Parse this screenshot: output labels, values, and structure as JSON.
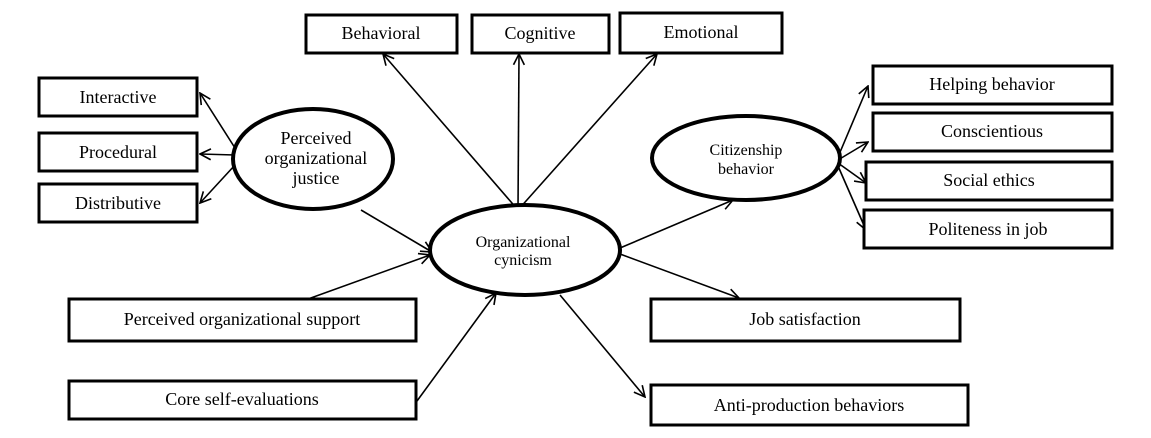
{
  "diagram": {
    "center": {
      "line1": "Organizational",
      "line2": "cynicism"
    },
    "justice": {
      "line1": "Perceived",
      "line2": "organizational",
      "line3": "justice"
    },
    "citizenship": {
      "line1": "Citizenship",
      "line2": "behavior"
    },
    "dimensions": [
      "Behavioral",
      "Cognitive",
      "Emotional"
    ],
    "justice_types": [
      "Interactive",
      "Procedural",
      "Distributive"
    ],
    "citizenship_types": [
      "Helping behavior",
      "Conscientious",
      "Social ethics",
      "Politeness in job"
    ],
    "antecedents": [
      "Perceived organizational support",
      "Core self-evaluations"
    ],
    "outcomes": [
      "Job satisfaction",
      "Anti-production behaviors"
    ]
  }
}
